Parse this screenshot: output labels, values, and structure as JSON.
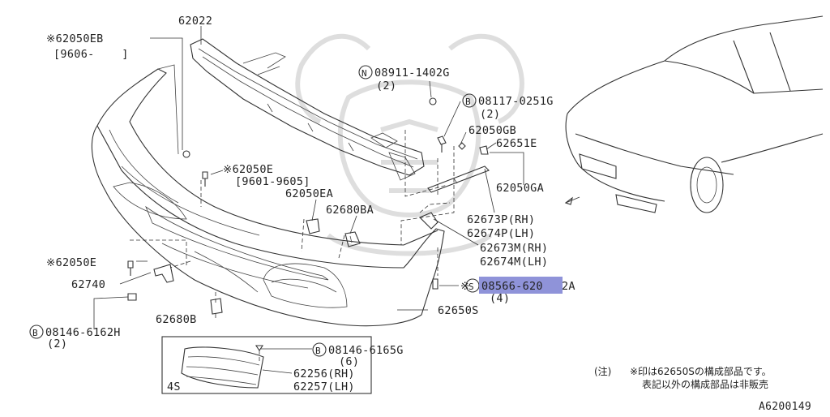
{
  "labels": {
    "p62022": "62022",
    "p62050EB": "※62050EB",
    "p62050EB_date": "[9606-    ]",
    "n08911": "08911-1402G",
    "n08911_qty": "(2)",
    "b08117": "08117-0251G",
    "b08117_qty": "(2)",
    "p62050GB": "62050GB",
    "p62651E": "62651E",
    "p62050E_upper": "※62050E",
    "p62050E_upper_date": "[9601-9605]",
    "p62050GA": "62050GA",
    "p62050EA": "62050EA",
    "p62680BA": "62680BA",
    "p62673P": "62673P(RH)",
    "p62674P": "62674P(LH)",
    "p62673M": "62673M(RH)",
    "p62674M": "62674M(LH)",
    "p62050E_lower": "※62050E",
    "p62740": "62740",
    "s08566_a": "08566-620",
    "s08566_b": "2A",
    "s08566_qty": "(4)",
    "p62650S": "62650S",
    "b08146_6162H": "08146-6162H",
    "b08146_6162H_qty": "(2)",
    "p62680B": "62680B",
    "b08146_6165G": "08146-6165G",
    "b08146_6165G_qty": "(6)",
    "p62256": "62256(RH)",
    "p62257": "62257(LH)",
    "p4S": "4S",
    "circle_N": "N",
    "circle_B": "B",
    "circle_S": "S"
  },
  "note": {
    "line1_prefix": "(注)",
    "line1": "※印は62650Sの構成部品です。",
    "line2": "表記以外の構成部品は非販売"
  },
  "diagram_id": "A6200149",
  "colors": {
    "highlight": "#8f93d9",
    "line": "#333333",
    "watermark": "#dedede"
  }
}
